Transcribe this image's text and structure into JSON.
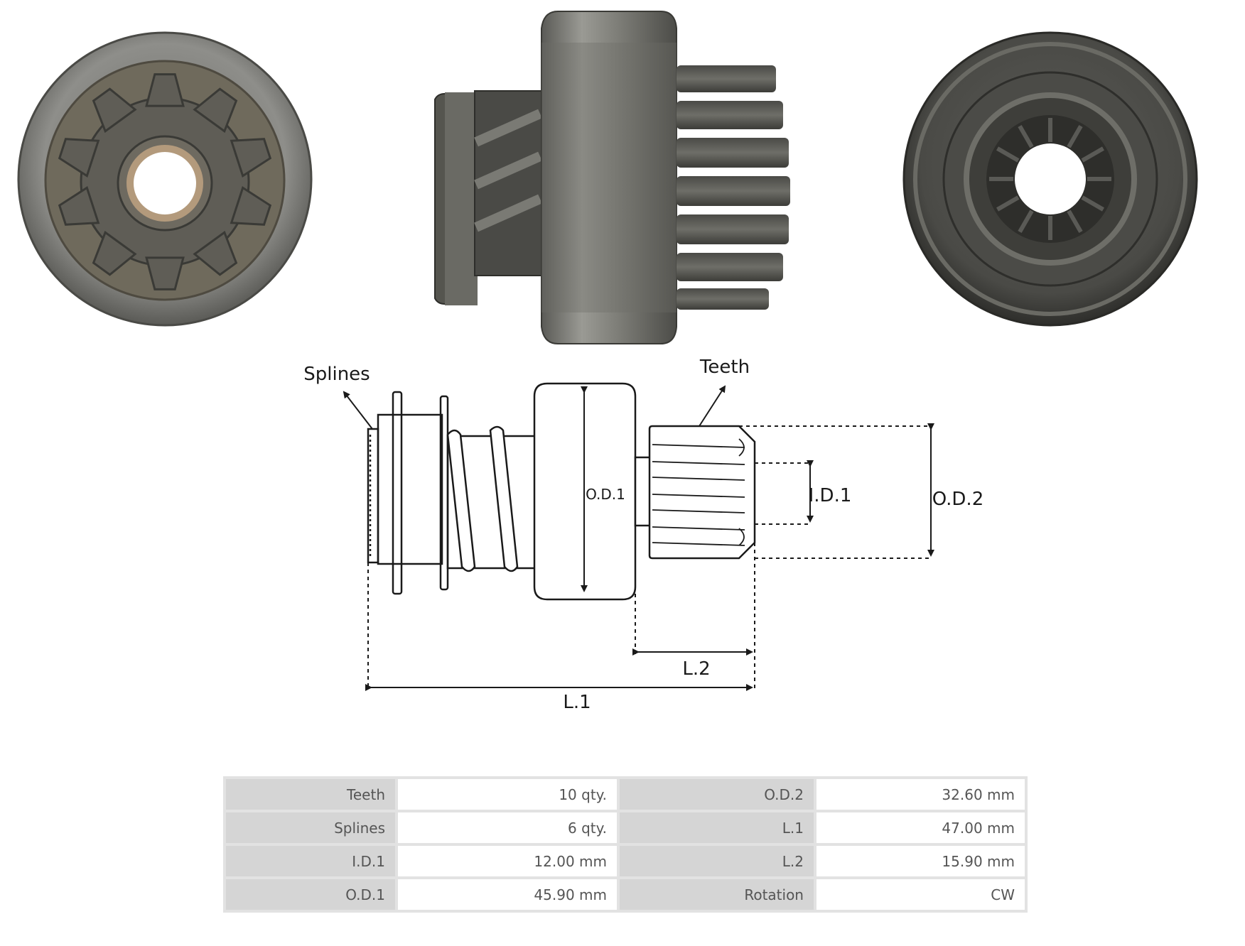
{
  "diagram": {
    "labels": {
      "splines": "Splines",
      "teeth": "Teeth",
      "od1": "O.D.1",
      "id1": "I.D.1",
      "od2": "O.D.2",
      "l2": "L.2",
      "l1": "L.1"
    }
  },
  "specs": {
    "rows": [
      {
        "left_label": "Teeth",
        "left_value": "10 qty.",
        "right_label": "O.D.2",
        "right_value": "32.60 mm"
      },
      {
        "left_label": "Splines",
        "left_value": "6 qty.",
        "right_label": "L.1",
        "right_value": "47.00 mm"
      },
      {
        "left_label": "I.D.1",
        "left_value": "12.00 mm",
        "right_label": "L.2",
        "right_value": "15.90 mm"
      },
      {
        "left_label": "O.D.1",
        "left_value": "45.90 mm",
        "right_label": "Rotation",
        "right_value": "CW"
      }
    ]
  },
  "colors": {
    "metal_light": "#8a8a86",
    "metal_dark": "#3a3a36",
    "bronze": "#b39a7c",
    "line": "#1a1a1a",
    "table_label_bg": "#d5d5d5",
    "table_border": "#e2e2e2"
  }
}
